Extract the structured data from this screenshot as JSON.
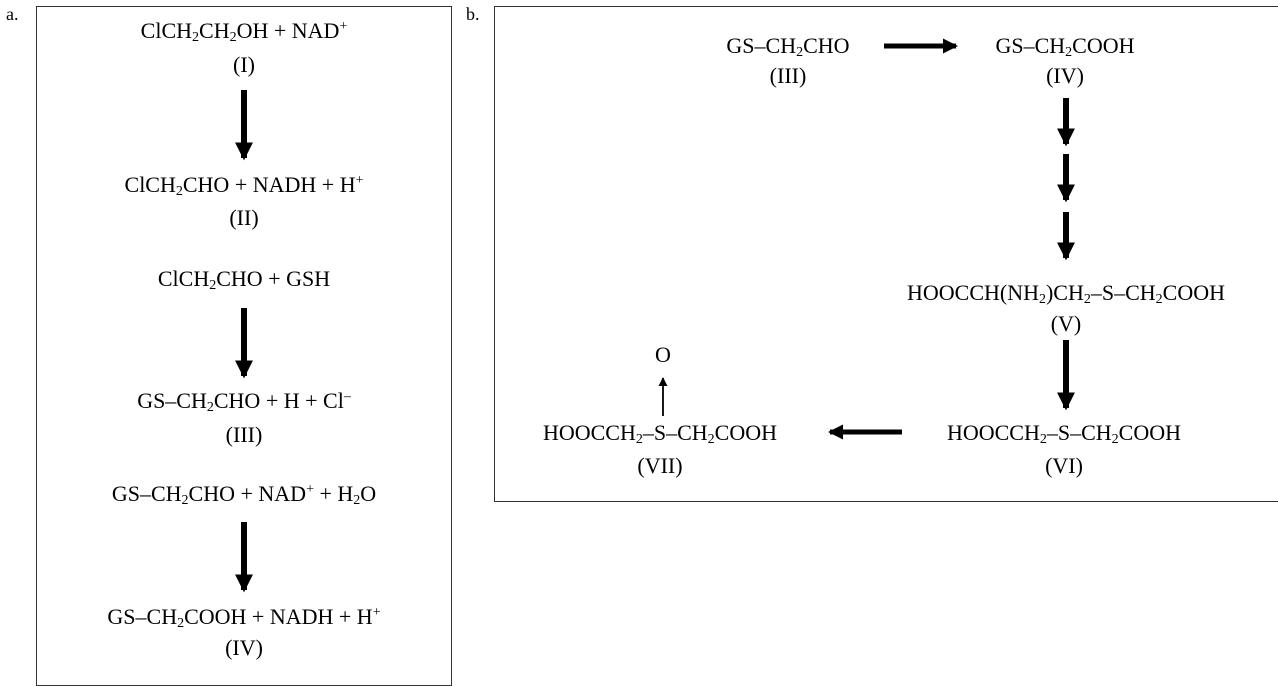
{
  "panels": {
    "a": {
      "label": "a.",
      "steps": [
        {
          "reactants": [
            {
              "t": "ClCH"
            },
            {
              "t": "2",
              "s": "sub"
            },
            {
              "t": "CH"
            },
            {
              "t": "2",
              "s": "sub"
            },
            {
              "t": "OH + NAD"
            },
            {
              "t": "+",
              "s": "sup"
            }
          ],
          "id": "(I)"
        },
        {
          "reactants": [
            {
              "t": "ClCH"
            },
            {
              "t": "2",
              "s": "sub"
            },
            {
              "t": "CHO + NADH + H"
            },
            {
              "t": "+",
              "s": "sup"
            }
          ],
          "id": "(II)"
        },
        {
          "reactants": [
            {
              "t": "ClCH"
            },
            {
              "t": "2",
              "s": "sub"
            },
            {
              "t": "CHO + GSH"
            }
          ]
        },
        {
          "reactants": [
            {
              "t": "GS–CH"
            },
            {
              "t": "2",
              "s": "sub"
            },
            {
              "t": "CHO + H + Cl"
            },
            {
              "t": "–",
              "s": "sup"
            }
          ],
          "id": "(III)"
        },
        {
          "reactants": [
            {
              "t": "GS–CH"
            },
            {
              "t": "2",
              "s": "sub"
            },
            {
              "t": "CHO + NAD"
            },
            {
              "t": "+",
              "s": "sup"
            },
            {
              "t": " + H"
            },
            {
              "t": "2",
              "s": "sub"
            },
            {
              "t": "O"
            }
          ]
        },
        {
          "reactants": [
            {
              "t": "GS–CH"
            },
            {
              "t": "2",
              "s": "sub"
            },
            {
              "t": "COOH + NADH + H"
            },
            {
              "t": "+",
              "s": "sup"
            }
          ],
          "id": "(IV)"
        }
      ]
    },
    "b": {
      "label": "b.",
      "compounds": [
        {
          "key": "c3",
          "parts": [
            {
              "t": "GS–CH"
            },
            {
              "t": "2",
              "s": "sub"
            },
            {
              "t": "CHO"
            }
          ],
          "id": "(III)"
        },
        {
          "key": "c4",
          "parts": [
            {
              "t": "GS–CH"
            },
            {
              "t": "2",
              "s": "sub"
            },
            {
              "t": "COOH"
            }
          ],
          "id": "(IV)"
        },
        {
          "key": "c5",
          "parts": [
            {
              "t": "HOOCCH(NH"
            },
            {
              "t": "2",
              "s": "sub"
            },
            {
              "t": ")CH"
            },
            {
              "t": "2",
              "s": "sub"
            },
            {
              "t": "–S–CH"
            },
            {
              "t": "2",
              "s": "sub"
            },
            {
              "t": "COOH"
            }
          ],
          "id": "(V)"
        },
        {
          "key": "c6",
          "parts": [
            {
              "t": "HOOCCH"
            },
            {
              "t": "2",
              "s": "sub"
            },
            {
              "t": "–S–CH"
            },
            {
              "t": "2",
              "s": "sub"
            },
            {
              "t": "COOH"
            }
          ],
          "id": "(VI)"
        },
        {
          "key": "c7",
          "parts": [
            {
              "t": "HOOCCH"
            },
            {
              "t": "2",
              "s": "sub"
            },
            {
              "t": "–S–CH"
            },
            {
              "t": "2",
              "s": "sub"
            },
            {
              "t": "COOH"
            }
          ],
          "id": "(VII)"
        }
      ],
      "oxide_label": "O"
    }
  }
}
